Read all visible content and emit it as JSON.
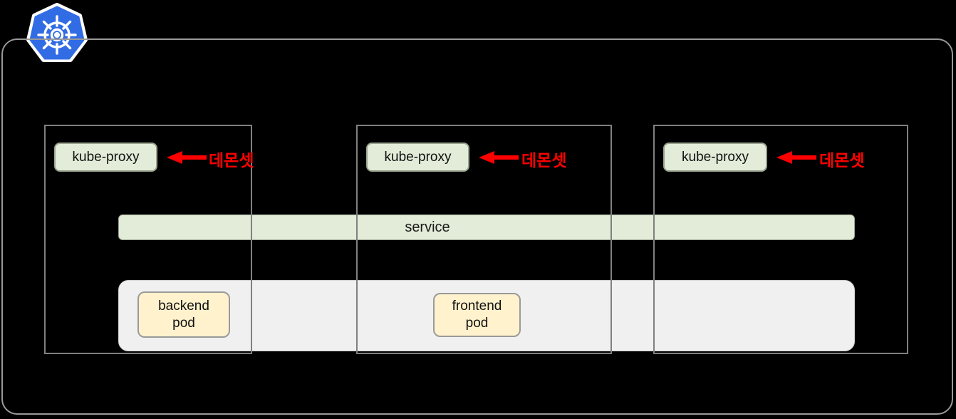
{
  "diagram": {
    "title": "kubernetes-service-daemonset-diagram",
    "cluster_label": "",
    "logo": {
      "name": "kubernetes-logo",
      "shape": "heptagon",
      "color": "#326ce5",
      "glyph": "ship-helm-wheel"
    },
    "colors": {
      "background": "#000000",
      "cluster_border": "#999999",
      "node_border": "#808080",
      "service_fill": "#e2ecd8",
      "service_border": "#9aa38f",
      "kube_proxy_fill": "#e2ecd8",
      "kube_proxy_border": "#9aa38f",
      "pod_band_fill": "#f0f0f0",
      "pod_band_border": "#d0d0d0",
      "pod_fill": "#fff2cc",
      "pod_border": "#9a9a9a",
      "annotation_red": "#ff0000",
      "text": "#111111"
    },
    "nodes": [
      {
        "id": "node-1",
        "kube_proxy_label": "kube-proxy",
        "annotation": "데몬셋"
      },
      {
        "id": "node-2",
        "kube_proxy_label": "kube-proxy",
        "annotation": "데몬셋"
      },
      {
        "id": "node-3",
        "kube_proxy_label": "kube-proxy",
        "annotation": "데몬셋"
      }
    ],
    "service": {
      "label": "service"
    },
    "pods": [
      {
        "id": "pod-backend",
        "line1": "backend",
        "line2": "pod"
      },
      {
        "id": "pod-frontend",
        "line1": "frontend",
        "line2": "pod"
      }
    ]
  }
}
